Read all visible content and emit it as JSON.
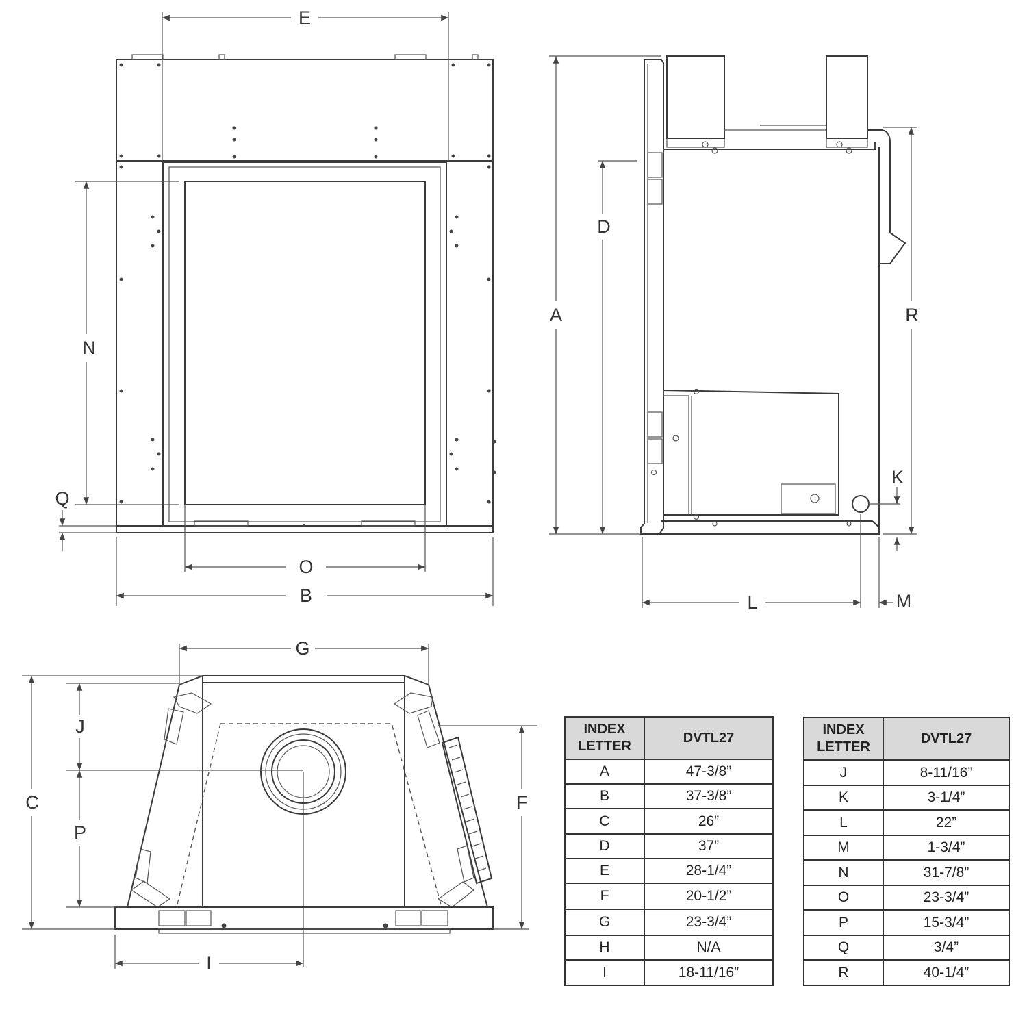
{
  "labels": {
    "A": "A",
    "B": "B",
    "C": "C",
    "D": "D",
    "E": "E",
    "F": "F",
    "G": "G",
    "I": "I",
    "J": "J",
    "K": "K",
    "L": "L",
    "M": "M",
    "N": "N",
    "O": "O",
    "P": "P",
    "Q": "Q",
    "R": "R"
  },
  "tables": [
    {
      "header": {
        "index": "INDEX\nLETTER",
        "model": "DVTL27"
      },
      "rows": [
        {
          "letter": "A",
          "value": "47-3/8”"
        },
        {
          "letter": "B",
          "value": "37-3/8”"
        },
        {
          "letter": "C",
          "value": "26”"
        },
        {
          "letter": "D",
          "value": "37”"
        },
        {
          "letter": "E",
          "value": "28-1/4”"
        },
        {
          "letter": "F",
          "value": "20-1/2”"
        },
        {
          "letter": "G",
          "value": "23-3/4”"
        },
        {
          "letter": "H",
          "value": "N/A"
        },
        {
          "letter": "I",
          "value": "18-11/16”"
        }
      ]
    },
    {
      "header": {
        "index": "INDEX\nLETTER",
        "model": "DVTL27"
      },
      "rows": [
        {
          "letter": "J",
          "value": "8-11/16”"
        },
        {
          "letter": "K",
          "value": "3-1/4”"
        },
        {
          "letter": "L",
          "value": "22”"
        },
        {
          "letter": "M",
          "value": "1-3/4”"
        },
        {
          "letter": "N",
          "value": "31-7/8”"
        },
        {
          "letter": "O",
          "value": "23-3/4”"
        },
        {
          "letter": "P",
          "value": "15-3/4”"
        },
        {
          "letter": "Q",
          "value": "3/4”"
        },
        {
          "letter": "R",
          "value": "40-1/4”"
        }
      ]
    }
  ]
}
